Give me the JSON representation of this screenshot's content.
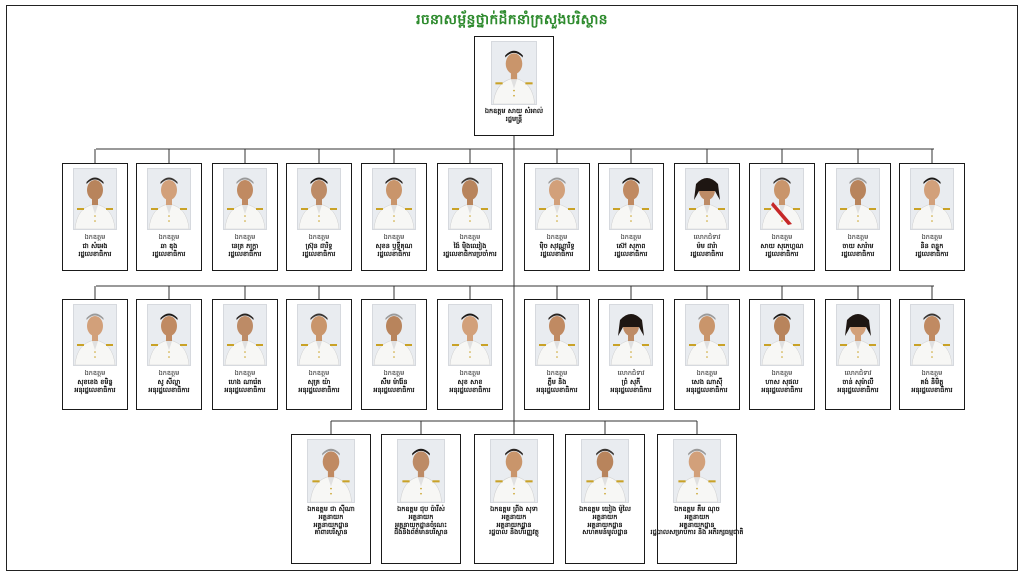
{
  "title": "រចនាសម្ព័ន្ធថ្នាក់ដឹកនាំក្រសួងបរិស្ថាន",
  "minister": {
    "name": "ឯកឧត្តម សាយ សំអាល់",
    "role": "រដ្ឋមន្ត្រី",
    "uniform": "white"
  },
  "secretaries_of_state": [
    {
      "title": "ឯកឧត្តម",
      "name": "ជា សំអេង",
      "role": "រដ្ឋលេខាធិការ"
    },
    {
      "title": "ឯកឧត្តម",
      "name": "ឆា ឌុង",
      "role": "រដ្ឋលេខាធិការ"
    },
    {
      "title": "ឯកឧត្តម",
      "name": "នេត្រ ភក្ត្រា",
      "role": "រដ្ឋលេខាធិការ"
    },
    {
      "title": "ឯកឧត្តម",
      "name": "ស្រ៊ុន ដារិទ្ធ",
      "role": "រដ្ឋលេខាធិការ"
    },
    {
      "title": "ឯកឧត្តម",
      "name": "សុខន ឫទ្ធីគុណ",
      "role": "រដ្ឋលេខាធិការ"
    },
    {
      "title": "ឯកឧត្តម",
      "name": "ង៉ៃ ម៉ិងឈៀង",
      "role": "រដ្ឋលេខាធិការប្រចាំការ"
    },
    {
      "title": "ឯកឧត្តម",
      "name": "ម៉ិច សុវណ្ណារិទ្ធ",
      "role": "រដ្ឋលេខាធិការ"
    },
    {
      "title": "ឯកឧត្តម",
      "name": "ស៊ៅ សុភាព",
      "role": "រដ្ឋលេខាធិការ"
    },
    {
      "title": "លោកជំទាវ",
      "name": "ម៉ម ដារ៉ា",
      "role": "រដ្ឋលេខាធិការ"
    },
    {
      "title": "ឯកឧត្តម",
      "name": "សាយ សុភេហ្គណ",
      "role": "រដ្ឋលេខាធិការ"
    },
    {
      "title": "ឯកឧត្តម",
      "name": "ចាយ សារ៉ាម",
      "role": "រដ្ឋលេខាធិការ"
    },
    {
      "title": "ឯកឧត្តម",
      "name": "និន ពន្លក",
      "role": "រដ្ឋលេខាធិការ"
    }
  ],
  "under_secretaries_of_state": [
    {
      "title": "ឯកឧត្តម",
      "name": "សុខខេង ខមិន្ទ",
      "role": "អនុរដ្ឋលេខាធិការ"
    },
    {
      "title": "ឯកឧត្តម",
      "name": "សូ សីល្ហា",
      "role": "អនុរដ្ឋលេខាធិការ"
    },
    {
      "title": "ឯកឧត្តម",
      "name": "ហេង ណារ៉េត",
      "role": "អនុរដ្ឋលេខាធិការ"
    },
    {
      "title": "ឯកឧត្តម",
      "name": "សុគ្រ យ៉ា",
      "role": "អនុរដ្ឋលេខាធិការ"
    },
    {
      "title": "ឯកឧត្តម",
      "name": "សឹម ម៉ារ៉ែន",
      "role": "អនុរដ្ឋលេខាធិការ"
    },
    {
      "title": "ឯកឧត្តម",
      "name": "សុខ សាខ",
      "role": "អនុរដ្ឋលេខាធិការ"
    },
    {
      "title": "ឯកឧត្តម",
      "name": "ភ្លឹម និង",
      "role": "អនុរដ្ឋលេខាធិការ"
    },
    {
      "title": "លោកជំទាវ",
      "name": "ព្រំ សុភី",
      "role": "អនុរដ្ឋលេខាធិការ"
    },
    {
      "title": "ឯកឧត្តម",
      "name": "សេង ណាស៊ី",
      "role": "អនុរដ្ឋលេខាធិការ"
    },
    {
      "title": "ឯកឧត្តម",
      "name": "ហាស សុផល",
      "role": "អនុរដ្ឋលេខាធិការ"
    },
    {
      "title": "លោកជំទាវ",
      "name": "ចាន់ សុម៉ាលី",
      "role": "អនុរដ្ឋលេខាធិការ"
    },
    {
      "title": "ឯកឧត្តម",
      "name": "គង់ និមិត្ត",
      "role": "អនុរដ្ឋលេខាធិការ"
    }
  ],
  "directors_general": [
    {
      "name": "ឯកឧត្តម ជា ស៊ីណា",
      "role": "អគ្គនាយក",
      "role2": "អគ្គនាយកដ្ឋាន",
      "role3": "គាំពារបរិស្ថាន"
    },
    {
      "name": "ឯកឧត្តម ជុប ប៉ារីស់",
      "role": "អគ្គនាយក",
      "role2": "អគ្គនាយកដ្ឋានចំណេះ",
      "role3": "ដឹងនិងព័ត៌មានបរិស្ថាន"
    },
    {
      "name": "ឯកឧត្តម ព្រីង សុទា",
      "role": "អគ្គនាយក",
      "role2": "អគ្គនាយកដ្ឋាន",
      "role3": "រដ្ឋបាល និងហិរញ្ញវត្ថុ"
    },
    {
      "name": "ឯកឧត្តម យៀង ម៉ូលៃ",
      "role": "អគ្គនាយក",
      "role2": "អគ្គនាយកដ្ឋាន",
      "role3": "សហគមន៍មូលដ្ឋាន"
    },
    {
      "name": "ឯកឧត្តម គឹម ណុច",
      "role": "អគ្គនាយក",
      "role2": "អគ្គនាយកដ្ឋាន",
      "role3": "រដ្ឋបាលសម្រាប់ការ និង អភិរក្សធម្មជាតិ"
    }
  ]
}
